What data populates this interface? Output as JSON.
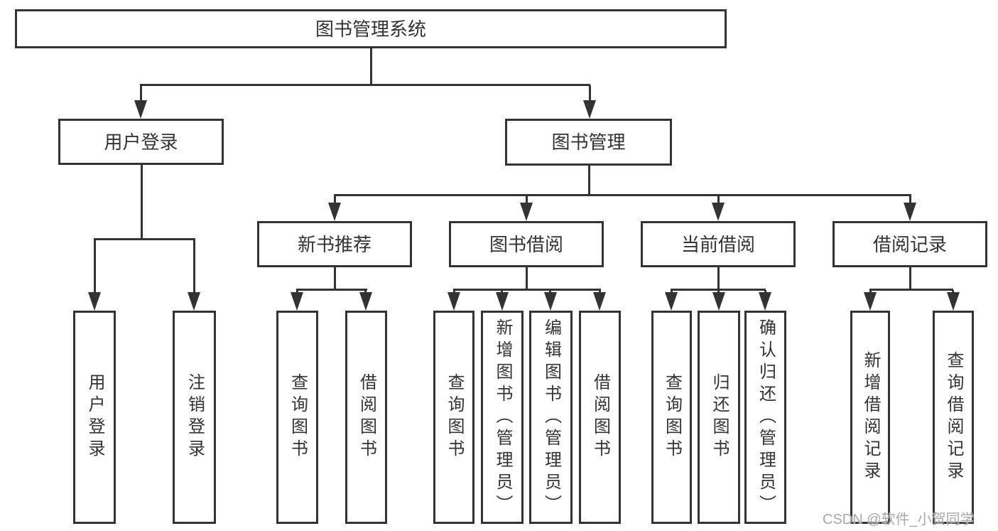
{
  "diagram": {
    "tree": {
      "root": {
        "label": "图书管理系统"
      },
      "user_login": {
        "label": "用户登录",
        "children": [
          {
            "label": "用户登录"
          },
          {
            "label": "注销登录"
          }
        ]
      },
      "book_mgmt": {
        "label": "图书管理",
        "sections": [
          {
            "label": "新书推荐",
            "children": [
              {
                "label": "查询图书"
              },
              {
                "label": "借阅图书"
              }
            ]
          },
          {
            "label": "图书借阅",
            "children": [
              {
                "label": "查询图书"
              },
              {
                "label": "新增图书（管理员）"
              },
              {
                "label": "编辑图书（管理员）"
              },
              {
                "label": "借阅图书"
              }
            ]
          },
          {
            "label": "当前借阅",
            "children": [
              {
                "label": "查询图书"
              },
              {
                "label": "归还图书"
              },
              {
                "label": "确认归还（管理员）"
              }
            ]
          },
          {
            "label": "借阅记录",
            "children": [
              {
                "label": "新增借阅记录"
              },
              {
                "label": "查询借阅记录"
              }
            ]
          }
        ]
      }
    },
    "colors": {
      "line": "#333333",
      "background": "#ffffff",
      "watermark_text": "#a8a8a8"
    }
  },
  "watermark": {
    "text": "CSDN @软件_小贺同学"
  }
}
